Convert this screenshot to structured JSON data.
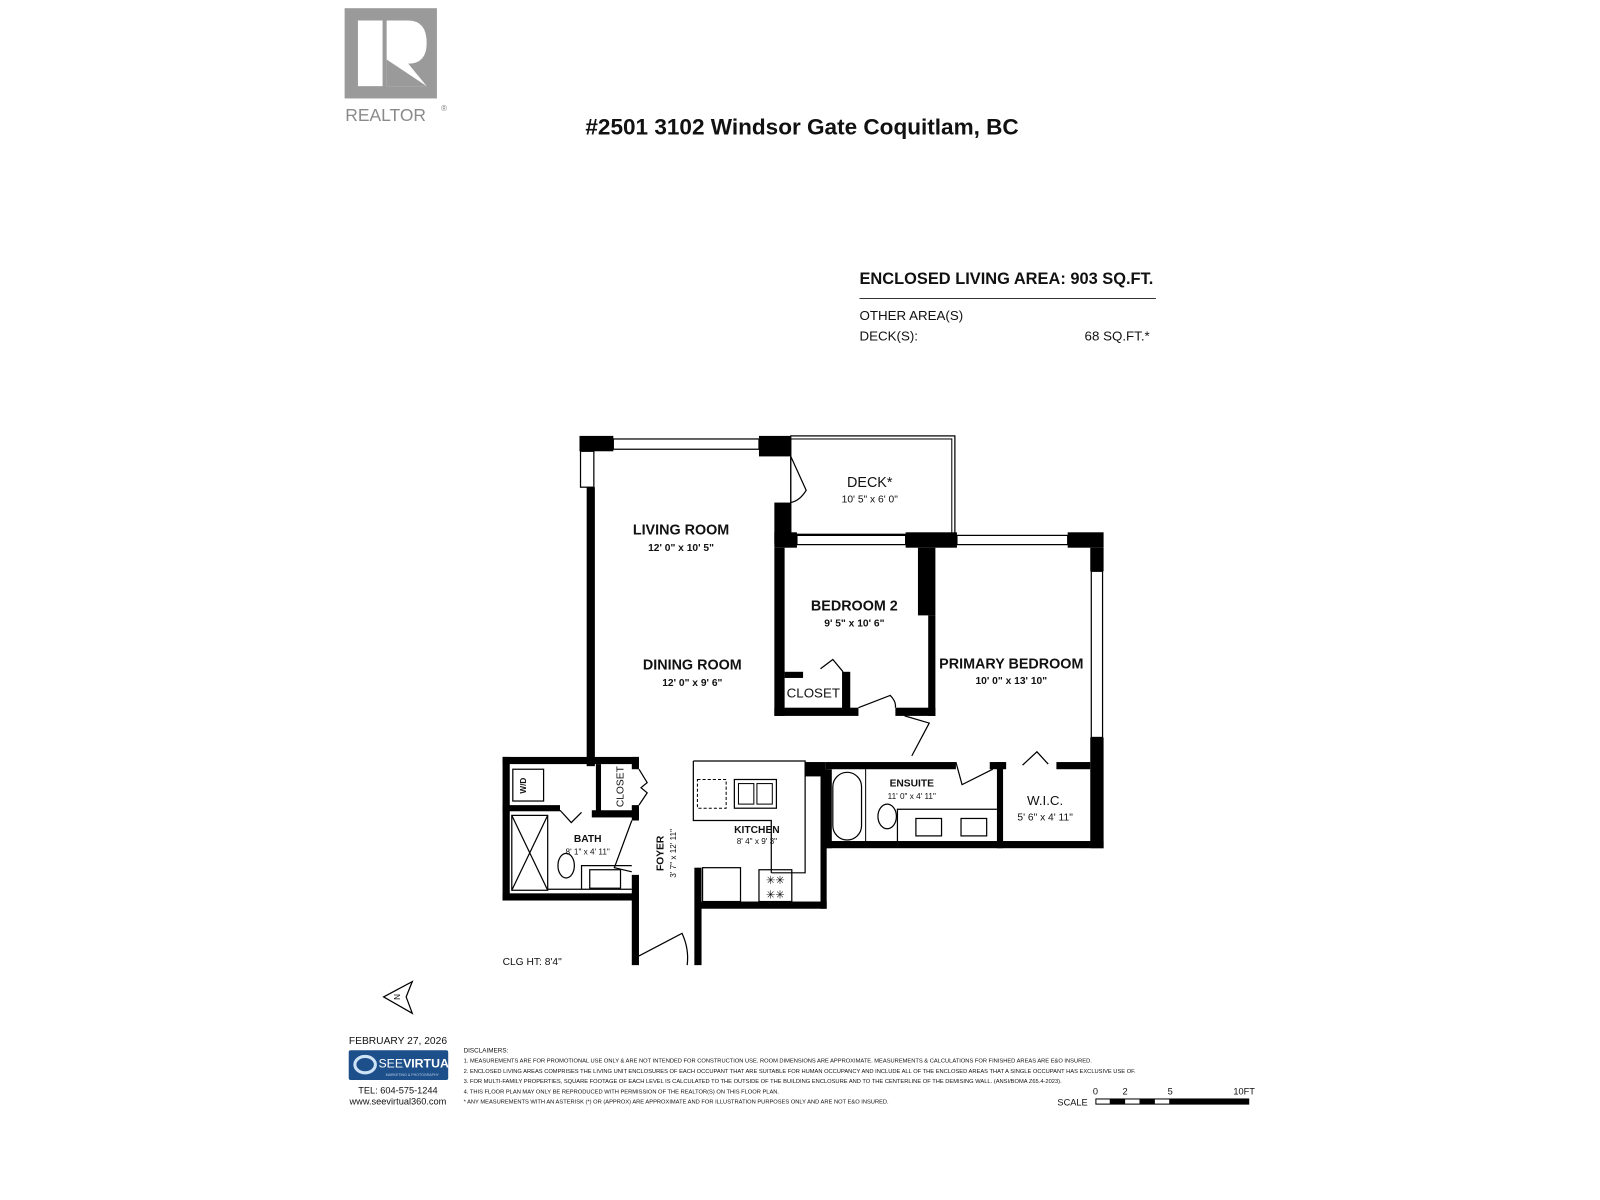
{
  "header": {
    "logo_text": "REALTOR",
    "logo_mark": "®",
    "title": "#2501 3102 Windsor Gate Coquitlam, BC"
  },
  "area_summary": {
    "enclosed_label": "ENCLOSED LIVING AREA: 903 SQ.FT.",
    "other_label": "OTHER AREA(S)",
    "deck_label": "DECK(S):",
    "deck_value": "68 SQ.FT.*"
  },
  "rooms": {
    "deck": {
      "name": "DECK*",
      "dims": "10' 5\" x 6' 0\""
    },
    "living": {
      "name": "LIVING ROOM",
      "dims": "12' 0\" x 10' 5\""
    },
    "dining": {
      "name": "DINING ROOM",
      "dims": "12' 0\" x 9' 6\""
    },
    "bedroom2": {
      "name": "BEDROOM 2",
      "dims": "9' 5\" x 10' 6\""
    },
    "closet_bed2": {
      "name": "CLOSET"
    },
    "primary": {
      "name": "PRIMARY BEDROOM",
      "dims": "10' 0\" x 13' 10\""
    },
    "ensuite": {
      "name": "ENSUITE",
      "dims": "11' 0\" x 4' 11\""
    },
    "wic": {
      "name": "W.I.C.",
      "dims": "5' 6\" x 4' 11\""
    },
    "kitchen": {
      "name": "KITCHEN",
      "dims": "8' 4\" x 9' 3\""
    },
    "bath": {
      "name": "BATH",
      "dims": "8' 1\" x 4' 11\""
    },
    "foyer": {
      "name": "FOYER",
      "dims": "3' 7\" x 12' 11\""
    },
    "closet_foyer": {
      "name": "CLOSET"
    },
    "laundry": {
      "name": "W/D"
    }
  },
  "ceiling_height": "CLG HT:  8'4\"",
  "compass": {
    "label": "N"
  },
  "footer": {
    "date": "FEBRUARY 27, 2026",
    "brand_a": "SEE",
    "brand_b": "VIRTUAL",
    "brand_tagline": "MARKETING & PHOTOGRAPHY",
    "tel": "TEL: 604-575-1244",
    "website": "www.seevirtual360.com",
    "disclaimers_title": "DISCLAIMERS:",
    "disclaimers": [
      "1. MEASUREMENTS ARE FOR PROMOTIONAL USE ONLY & ARE NOT INTENDED FOR CONSTRUCTION USE. ROOM DIMENSIONS ARE APPROXIMATE. MEASUREMENTS & CALCULATIONS FOR FINISHED AREAS ARE E&O INSURED.",
      "2. ENCLOSED LIVING AREAS COMPRISES THE LIVING UNIT ENCLOSURES OF EACH OCCUPANT THAT ARE SUITABLE FOR HUMAN OCCUPANCY AND INCLUDE ALL OF THE ENCLOSED AREAS THAT A SINGLE OCCUPANT HAS EXCLUSIVE USE OF.",
      "3. FOR MULTI-FAMILY PROPERTIES, SQUARE FOOTAGE OF EACH LEVEL IS CALCULATED TO THE OUTSIDE OF THE BUILDING ENCLOSURE AND TO THE CENTERLINE OF THE DEMISING WALL. (ANSI/BOMA Z65.4-2023).",
      "4. THIS FLOOR PLAN MAY ONLY BE REPRODUCED WITH PERMISSION OF THE REALTOR(S) ON THIS FLOOR PLAN.",
      "* ANY MEASUREMENTS WITH AN ASTERISK (*) OR (APPROX) ARE APPROXIMATE AND FOR ILLUSTRATION PURPOSES ONLY AND ARE NOT E&O INSURED."
    ]
  },
  "scale": {
    "label": "SCALE",
    "ticks": [
      "0",
      "2",
      "5",
      "10FT"
    ]
  },
  "colors": {
    "logo_gray": "#9a9a9a",
    "brand_blue": "#1d4f8a",
    "wall": "#000000"
  }
}
